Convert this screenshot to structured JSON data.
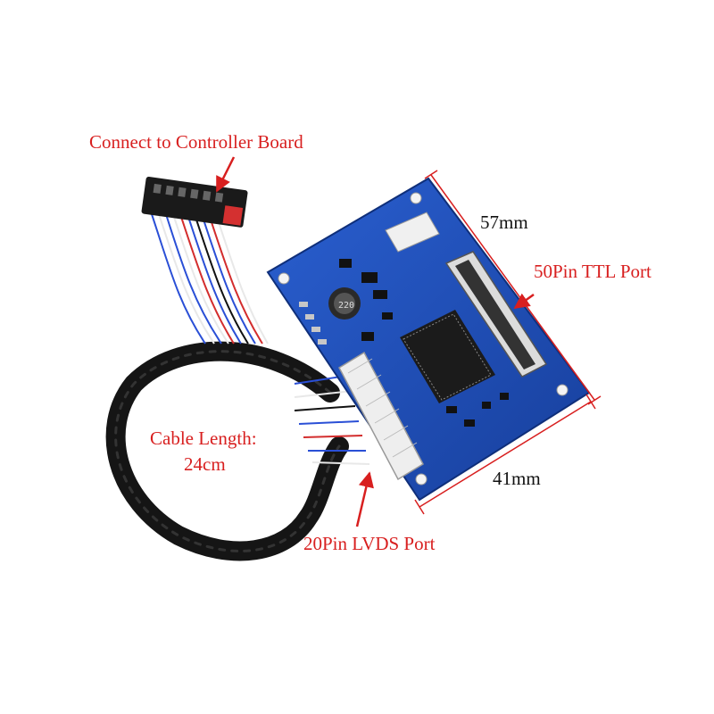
{
  "labels": {
    "connect": "Connect to Controller Board",
    "dim_57": "57mm",
    "ttl_port": "50Pin TTL Port",
    "cable_line1": "Cable Length:",
    "cable_line2": "24cm",
    "dim_41": "41mm",
    "lvds_port": "20Pin LVDS Port"
  },
  "colors": {
    "annotation_red": "#d81f1f",
    "pcb_blue": "#1f4fb8",
    "cable_black": "#151515",
    "connector_white": "#eeeeee"
  },
  "board_markings": {
    "inductor": "220"
  }
}
